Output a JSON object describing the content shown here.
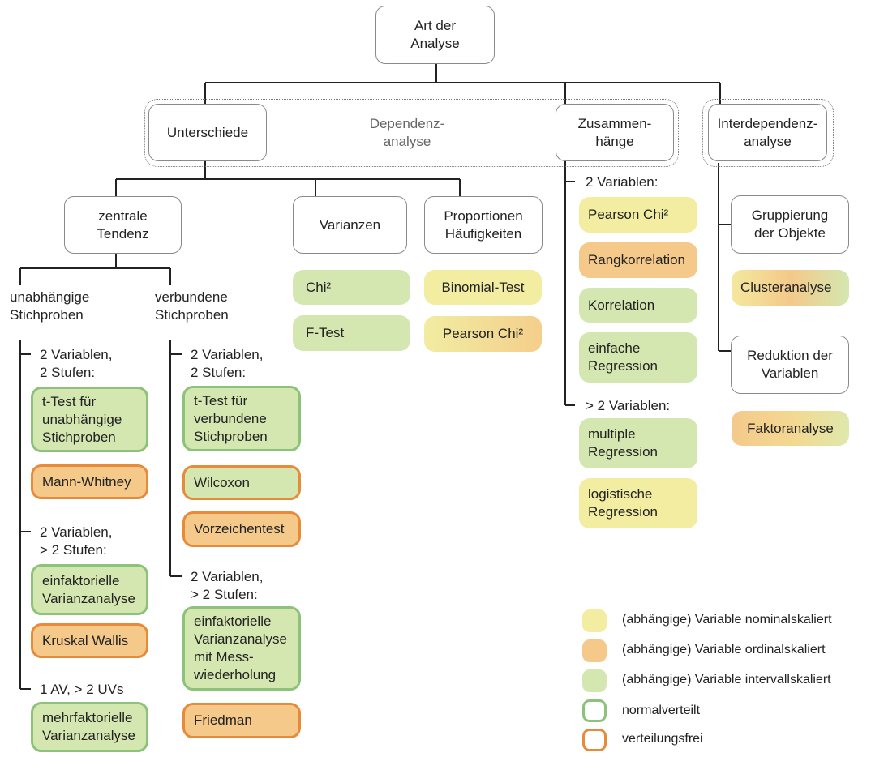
{
  "colors": {
    "nominal": "#f2eda0",
    "ordinal": "#f4c98a",
    "interval": "#d4e7b0",
    "normal_border": "#8cc27a",
    "free_border": "#e78a3a"
  },
  "root": "Art der\nAnalyse",
  "dependence_label": "Dependenz-\nanalyse",
  "nodes": {
    "unterschiede": "Unterschiede",
    "zusammenhaenge": "Zusammen-\nhänge",
    "interdependenz": "Interdependenz-\nanalyse",
    "zentrale": "zentrale\nTendenz",
    "varianzen": "Varianzen",
    "proportionen": "Proportionen\nHäufigkeiten",
    "gruppierung": "Gruppierung\nder Objekte",
    "reduktion": "Reduktion der\nVariablen"
  },
  "groups": {
    "unabhaengig": "unabhängige\nStichproben",
    "verbunden": "verbundene\nStichproben"
  },
  "subheads": {
    "u1": "2 Variablen,\n2 Stufen:",
    "u2": "2 Variablen,\n> 2 Stufen:",
    "u3": "1 AV, > 2 UVs",
    "v1": "2 Variablen,\n2 Stufen:",
    "v2": "2 Variablen,\n> 2 Stufen:",
    "z1": "2 Variablen:",
    "z2": "> 2 Variablen:"
  },
  "tests": {
    "ttest_unab": "t-Test für\nunabhängige\nStichproben",
    "mann_whitney": "Mann-Whitney",
    "einfakt": "einfaktorielle\nVarianzanalyse",
    "kruskal": "Kruskal Wallis",
    "mehrfakt": "mehrfaktorielle\nVarianzanalyse",
    "ttest_verb": "t-Test für\nverbundene\nStichproben",
    "wilcoxon": "Wilcoxon",
    "vorzeichen": "Vorzeichentest",
    "einfakt_mw": "einfaktorielle\nVarianzanalyse\nmit Mess-\nwiederholung",
    "friedman": "Friedman",
    "chi2": "Chi²",
    "ftest": "F-Test",
    "binomial": "Binomial-Test",
    "pearson_chi2_prop": "Pearson Chi²",
    "pearson_chi2": "Pearson Chi²",
    "rangkorrelation": "Rangkorrelation",
    "korrelation": "Korrelation",
    "einfache_regression": "einfache\nRegression",
    "multiple_regression": "multiple\nRegression",
    "logistische_regression": "logistische\nRegression",
    "clusteranalyse": "Clusteranalyse",
    "faktoranalyse": "Faktoranalyse"
  },
  "legend": {
    "nominal": "(abhängige) Variable nominalskaliert",
    "ordinal": "(abhängige) Variable ordinalskaliert",
    "interval": "(abhängige) Variable intervallskaliert",
    "normal": "normalverteilt",
    "free": "verteilungsfrei"
  }
}
